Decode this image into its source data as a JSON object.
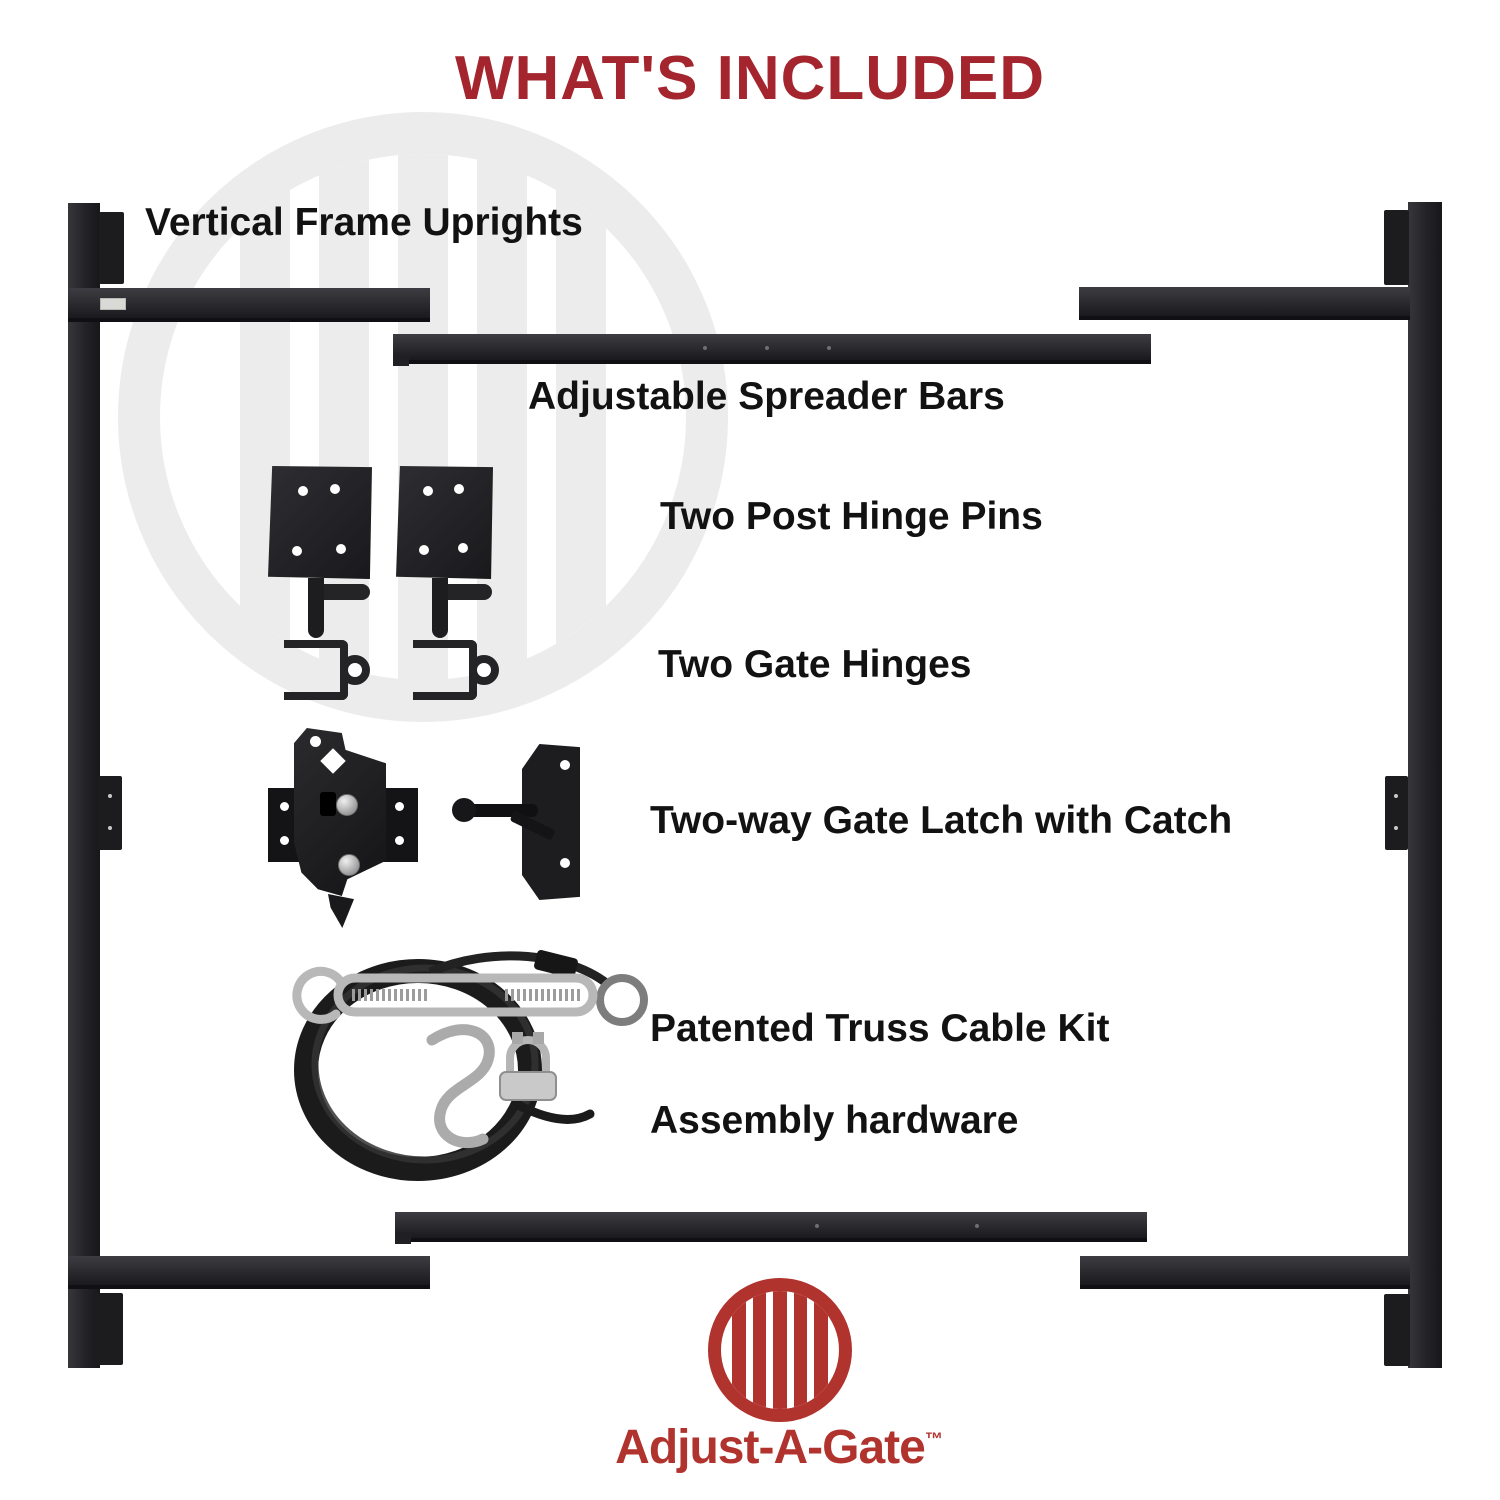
{
  "title": "WHAT'S INCLUDED",
  "items": {
    "uprights": "Vertical Frame Uprights",
    "spreaders": "Adjustable Spreader Bars",
    "hinge_pins": "Two Post Hinge Pins",
    "gate_hinges": "Two Gate Hinges",
    "latch": "Two-way Gate Latch with Catch",
    "cable_kit": "Patented Truss Cable Kit",
    "hardware": "Assembly hardware"
  },
  "logo": {
    "brand": "Adjust-A-Gate",
    "trademark": "™"
  },
  "colors": {
    "title_red": "#A4252E",
    "logo_red": "#B1332E",
    "label_black": "#121212",
    "frame_black": "#232327",
    "watermark_gray": "#ECECEC",
    "metal_silver": "#B8B8B8"
  }
}
